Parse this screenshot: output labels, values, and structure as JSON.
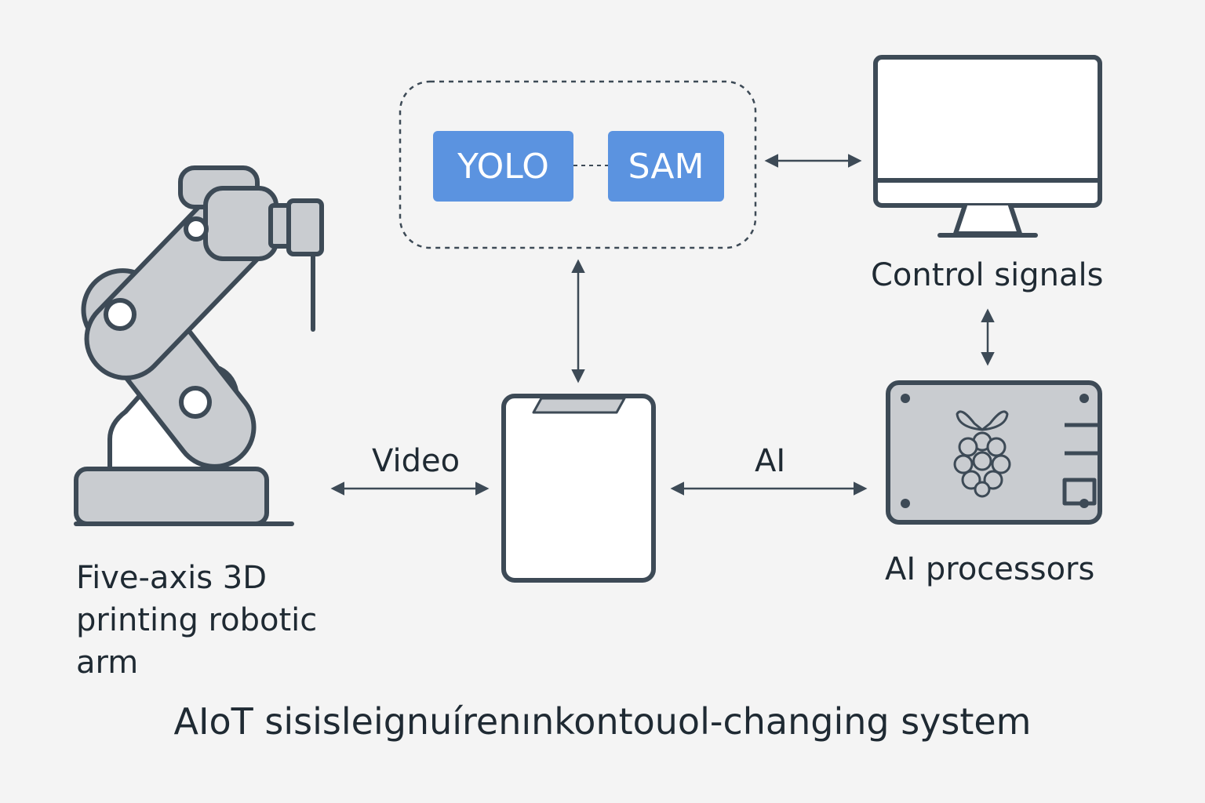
{
  "models": {
    "left": "YOLO",
    "right": "SAM"
  },
  "labels": {
    "control_signals": "Control signals",
    "video": "Video",
    "ai": "AI",
    "ai_processors": "AI processors",
    "robotic_arm": [
      "Five-axis 3D",
      "printing robotic",
      "arm"
    ]
  },
  "caption": "AIoT sisisleignuírenınkontouol-changing system",
  "icons": [
    "robotic-arm-icon",
    "monitor-icon",
    "tablet-icon",
    "raspberry-pi-board-icon",
    "raspberry-logo-icon"
  ],
  "colors": {
    "background": "#f4f4f4",
    "stroke": "#3d4a56",
    "fill": "#c9ccd0",
    "model_box": "#5b93e0",
    "text": "#1f2a33"
  }
}
